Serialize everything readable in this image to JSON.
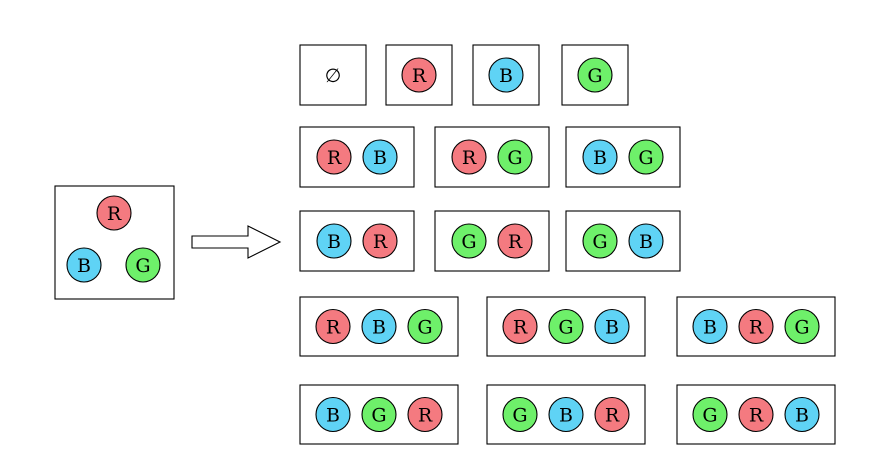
{
  "colors": {
    "R": "#f47a80",
    "B": "#5fd3f5",
    "G": "#6ef06a"
  },
  "labels": {
    "R": "R",
    "B": "B",
    "G": "G"
  },
  "source": {
    "balls": [
      "R",
      "B",
      "G"
    ]
  },
  "empty_symbol": "∅",
  "arrangement_rows": [
    [
      [],
      [
        "R"
      ],
      [
        "B"
      ],
      [
        "G"
      ]
    ],
    [
      [
        "R",
        "B"
      ],
      [
        "R",
        "G"
      ],
      [
        "B",
        "G"
      ]
    ],
    [
      [
        "B",
        "R"
      ],
      [
        "G",
        "R"
      ],
      [
        "G",
        "B"
      ]
    ],
    [
      [
        "R",
        "B",
        "G"
      ],
      [
        "R",
        "G",
        "B"
      ],
      [
        "B",
        "R",
        "G"
      ]
    ],
    [
      [
        "B",
        "G",
        "R"
      ],
      [
        "G",
        "B",
        "R"
      ],
      [
        "G",
        "R",
        "B"
      ]
    ]
  ]
}
